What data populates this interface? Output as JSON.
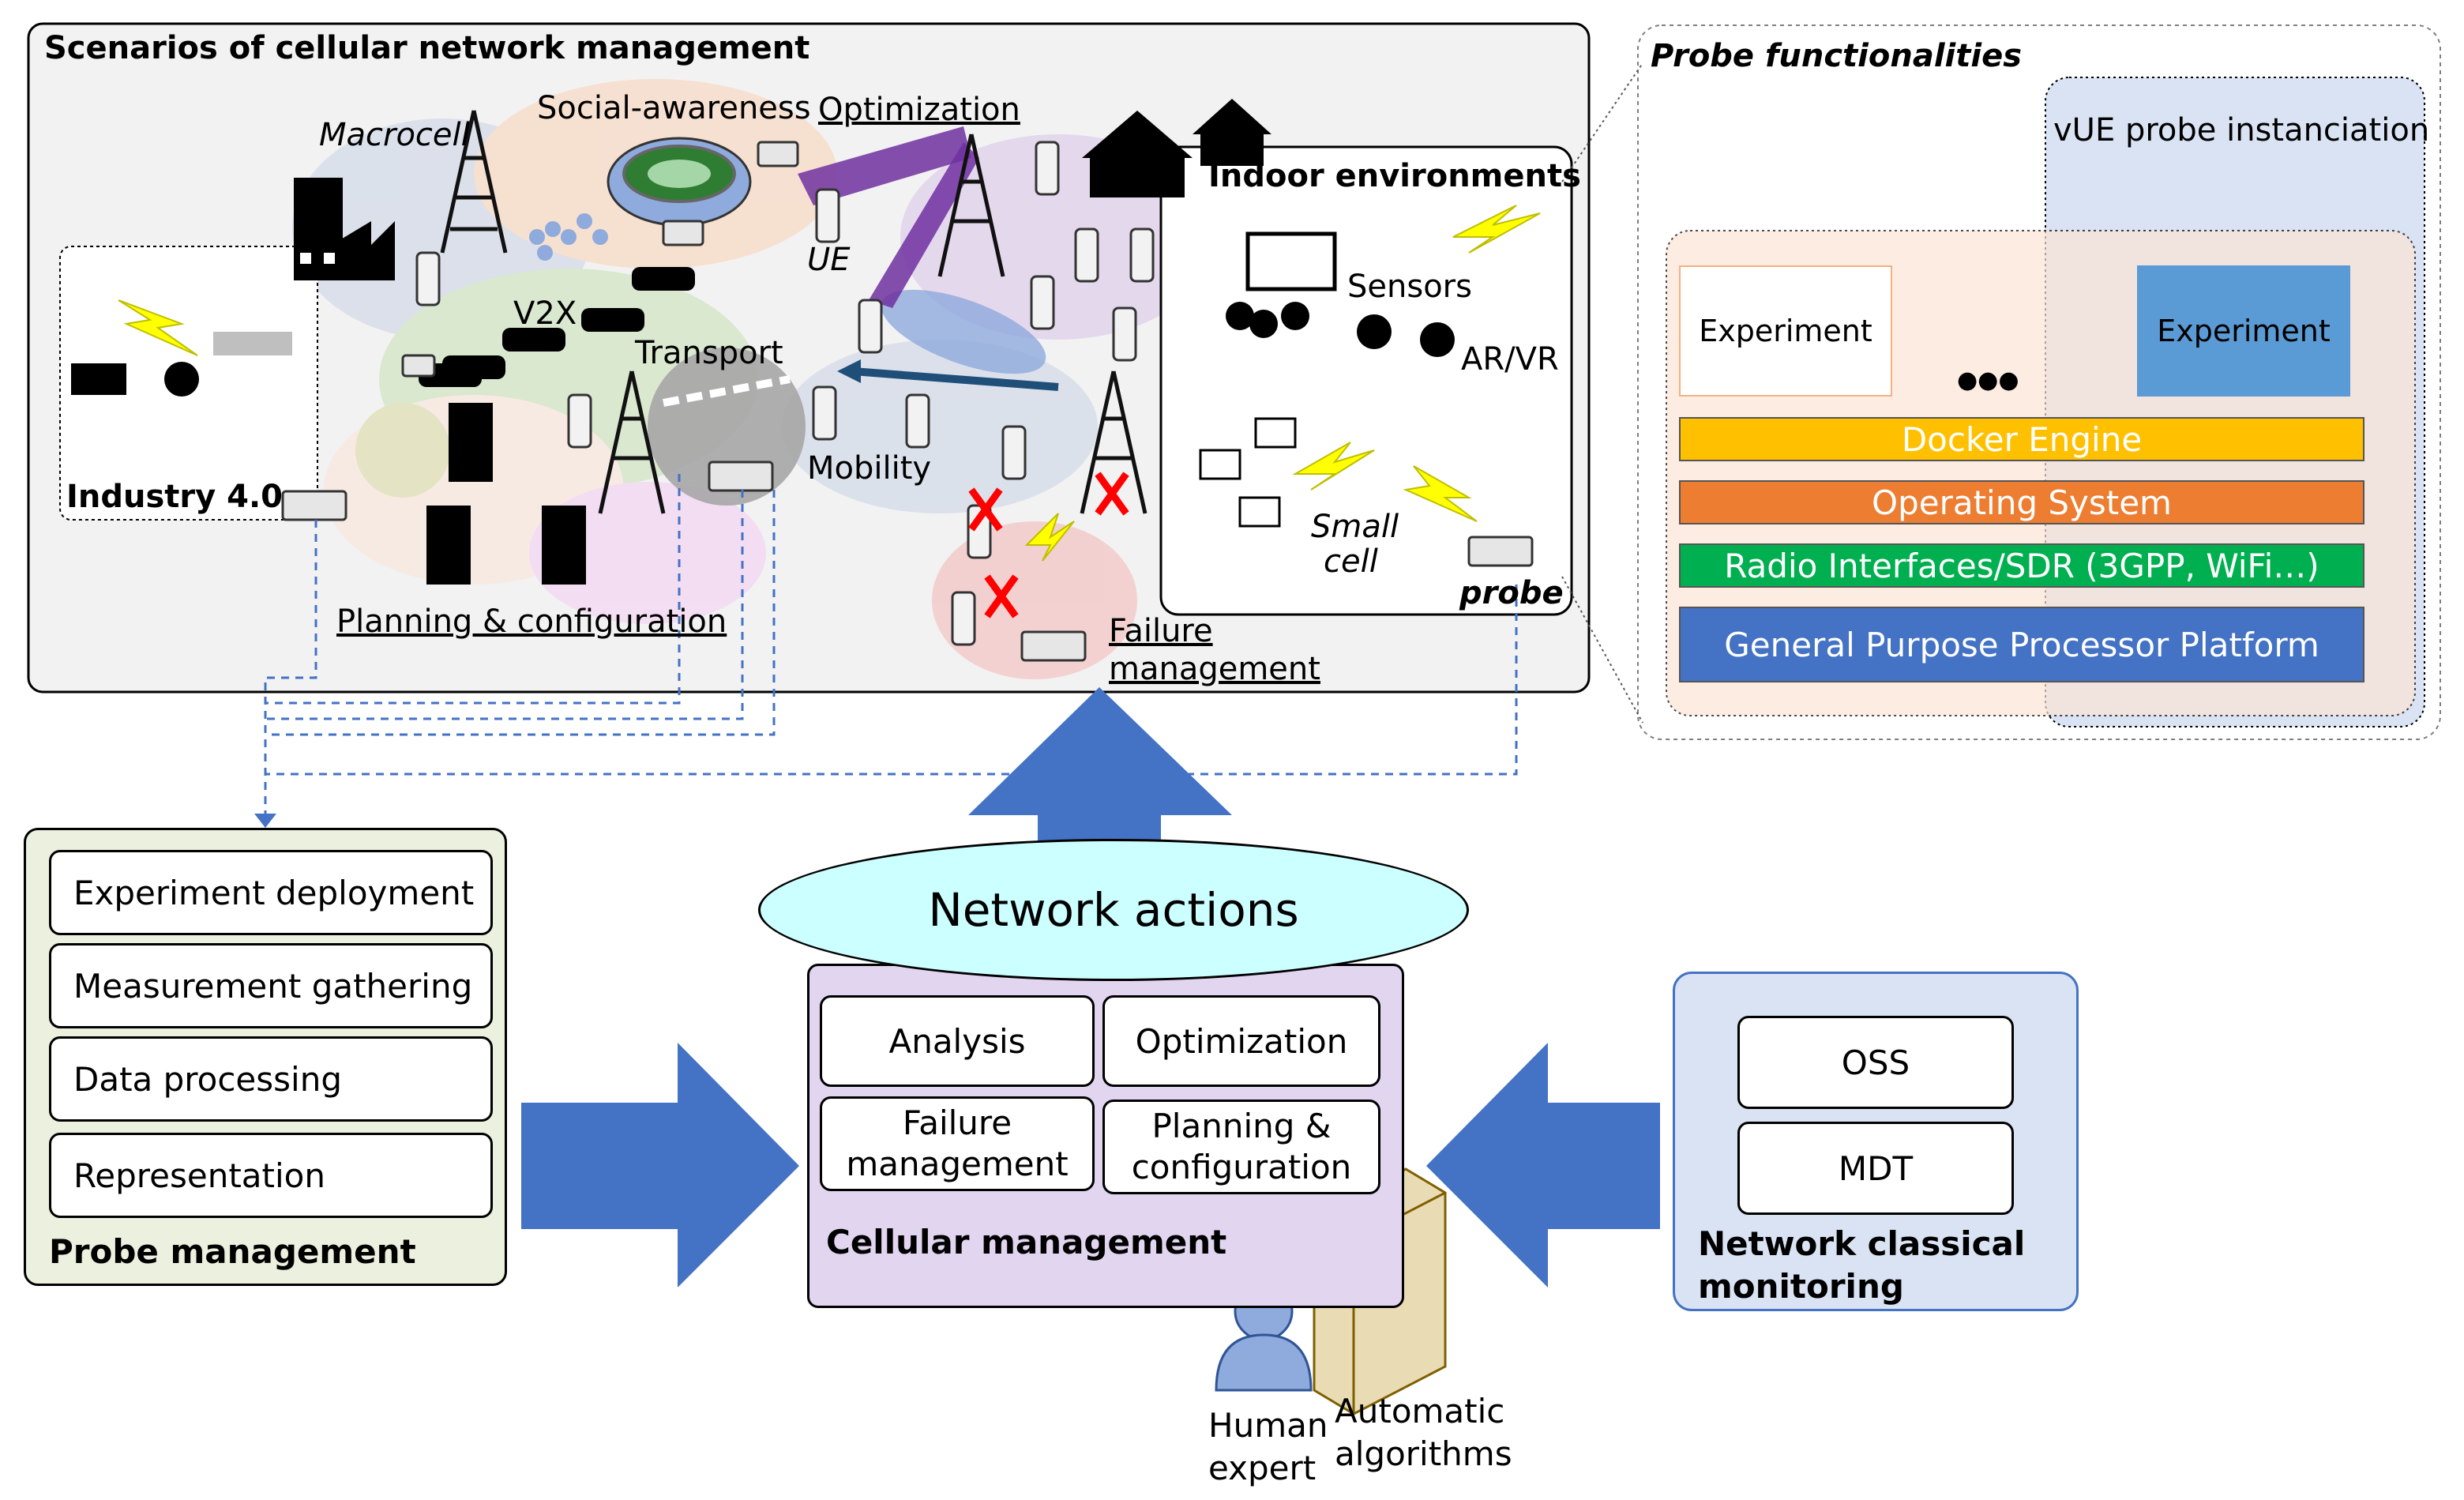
{
  "scenarios": {
    "title": "Scenarios of cellular network management",
    "labels": {
      "macrocell": "Macrocell",
      "social": "Social-awareness",
      "optimization": "Optimization",
      "indoor": "Indoor environments",
      "ue": "UE",
      "v2x": "V2X",
      "transport": "Transport",
      "mobility": "Mobility",
      "industry": "Industry 4.0",
      "planning": "Planning & configuration",
      "failure_line1": "Failure",
      "failure_line2": "management",
      "sensors": "Sensors",
      "arvr": "AR/VR",
      "small_line1": "Small",
      "small_line2": "cell",
      "probe": "probe"
    }
  },
  "probe_func": {
    "title": "Probe functionalities",
    "vue": "vUE probe instanciation",
    "experiment_left": "Experiment",
    "experiment_right": "Experiment",
    "ellipsis": "●●●",
    "layers": [
      "Docker Engine",
      "Operating System",
      "Radio Interfaces/SDR (3GPP, WiFi…)",
      "General Purpose Processor Platform"
    ]
  },
  "probe_mgmt": {
    "title": "Probe management",
    "items": [
      "Experiment deployment",
      "Measurement gathering",
      "Data processing",
      "Representation"
    ]
  },
  "network_actions": "Network actions",
  "cellular_mgmt": {
    "title": "Cellular management",
    "analysis": "Analysis",
    "optimization": "Optimization",
    "failure_line1": "Failure",
    "failure_line2": "management",
    "planning_line1": "Planning &",
    "planning_line2": "configuration"
  },
  "actors": {
    "human_line1": "Human",
    "human_line2": "expert",
    "auto_line1": "Automatic",
    "auto_line2": "algorithms"
  },
  "classical": {
    "title_line1": "Network classical",
    "title_line2": "monitoring",
    "items": [
      "OSS",
      "MDT"
    ]
  },
  "colors": {
    "arrow_blue": "#4472c4",
    "docker": "#ffc000",
    "os": "#ed7d31",
    "radio": "#00b050",
    "gpp": "#4472c4",
    "ellipse": "#ccffff",
    "cellular_bg": "#e2d5f0",
    "probe_bg": "#ebf1de",
    "classical_bg": "#dae3f3"
  }
}
